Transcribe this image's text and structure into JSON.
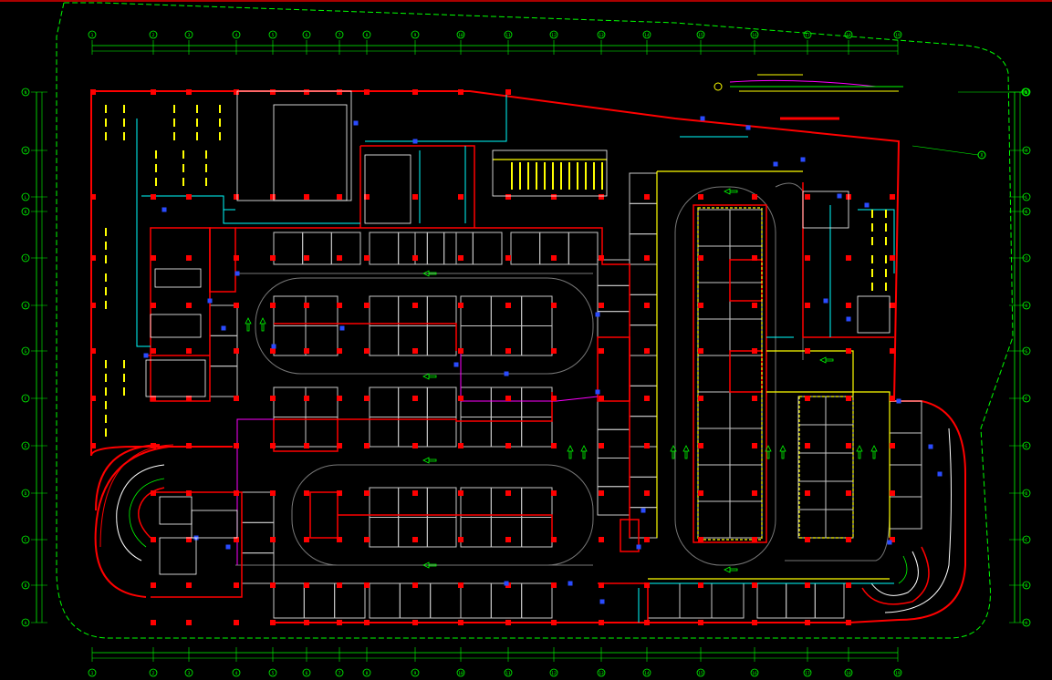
{
  "drawing": {
    "colors": {
      "background": "#000000",
      "grid": "#00ff00",
      "wall": "#ff0000",
      "parking": "#c8c8c8",
      "column": "#ff0000",
      "duct": "#00ffff",
      "fixture": "#ffff00",
      "device": "#0000ff",
      "text": "#ffffff",
      "magenta": "#ff00ff"
    },
    "top_axis_labels": [
      "1",
      "2",
      "3",
      "4",
      "5",
      "6",
      "7",
      "8",
      "9",
      "10",
      "11",
      "12",
      "13",
      "14",
      "15",
      "16",
      "17",
      "18",
      "19"
    ],
    "left_axis_labels": [
      "N",
      "M",
      "L",
      "K",
      "J",
      "H",
      "G",
      "F",
      "E",
      "D",
      "C",
      "B",
      "A"
    ],
    "right_axis_labels": [
      "N",
      "M",
      "L",
      "K",
      "J",
      "H",
      "G",
      "F",
      "E",
      "D",
      "C",
      "B",
      "A"
    ],
    "extra_axis_labels": [
      "N",
      "X"
    ]
  }
}
